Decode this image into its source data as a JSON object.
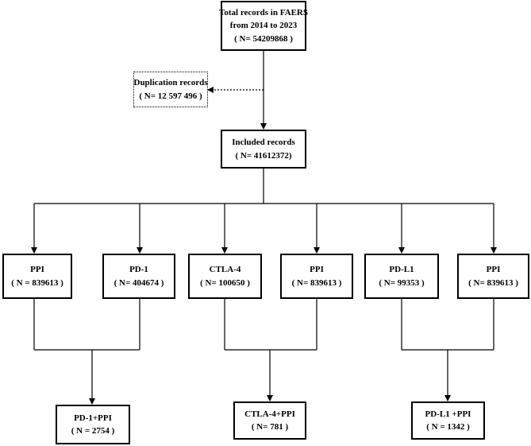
{
  "nodes": {
    "total": [
      "Total records in FAERS",
      "from 2014 to 2023",
      "( N= 54209868 )"
    ],
    "duplication": [
      "Duplication records",
      "( N= 12 597 496 )"
    ],
    "included": [
      "Included records",
      "( N= 41612372)"
    ],
    "ppi_1": [
      "PPI",
      "( N = 839613 )"
    ],
    "pd1": [
      "PD-1",
      "( N= 404674 )"
    ],
    "ctla4": [
      "CTLA-4",
      "( N= 100650 )"
    ],
    "ppi_2": [
      "PPI",
      "( N= 839613 )"
    ],
    "pdl1": [
      "PD-L1",
      "( N= 99353 )"
    ],
    "ppi_3": [
      "PPI",
      "( N= 839613 )"
    ],
    "pd1_ppi": [
      "PD-1+PPI",
      "( N = 2754 )"
    ],
    "ctla4_ppi": [
      "CTLA-4+PPI",
      "( N= 781 )"
    ],
    "pdl1_ppi": [
      "PD-L1 +PPI",
      "( N = 1342 )"
    ]
  }
}
